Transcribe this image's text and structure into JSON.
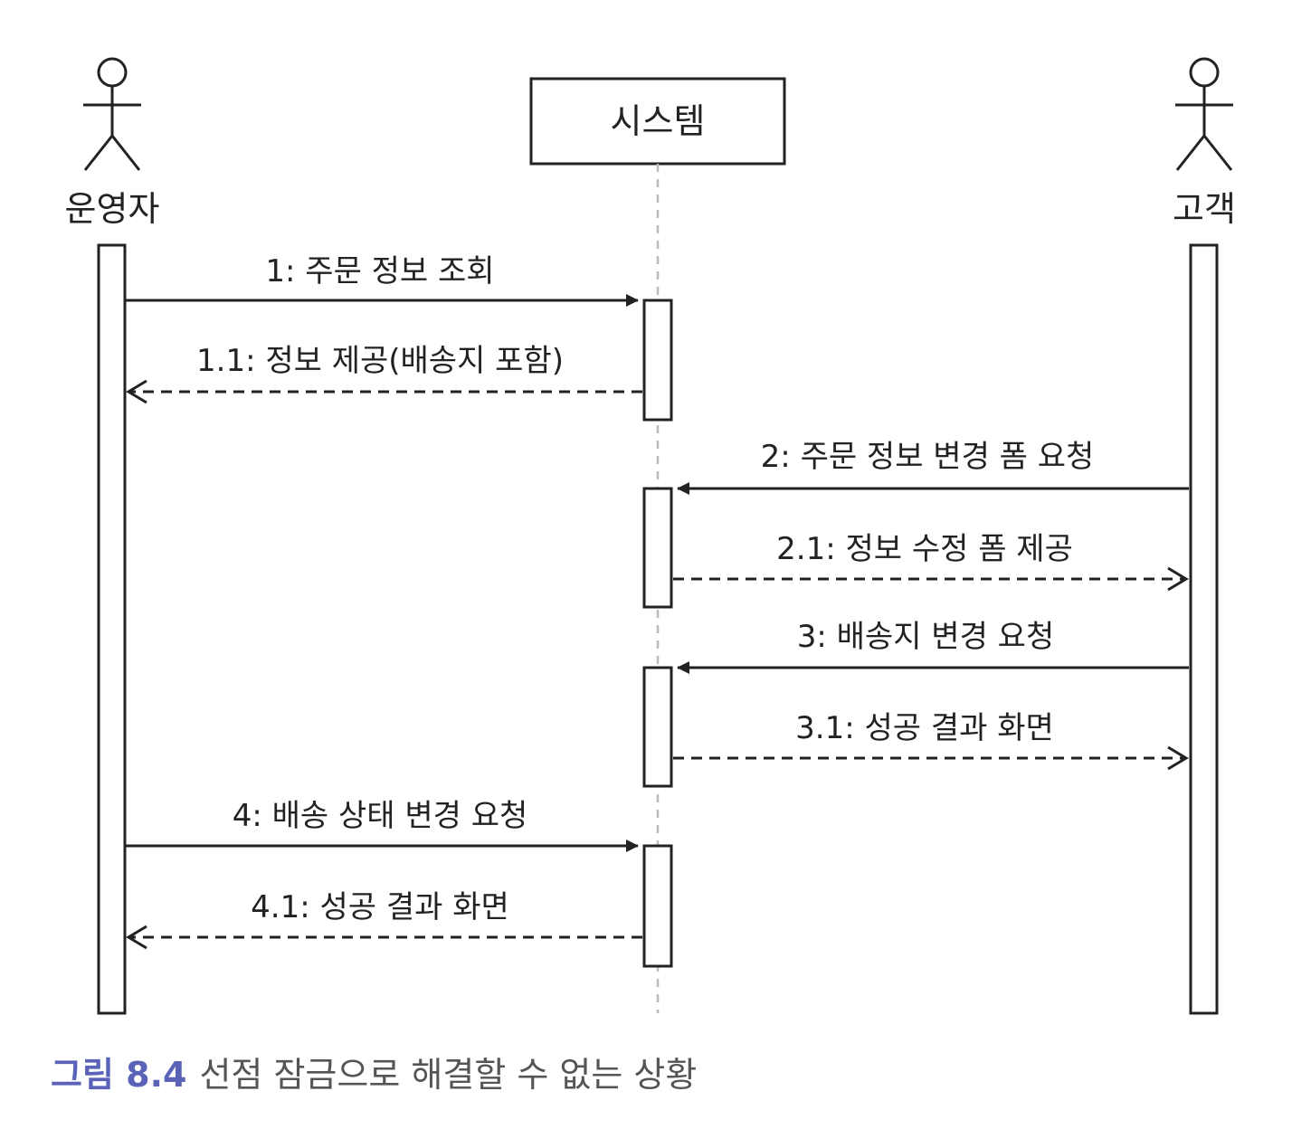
{
  "participants": [
    {
      "id": "operator",
      "kind": "actor",
      "label": "운영자"
    },
    {
      "id": "system",
      "kind": "object",
      "label": "시스템"
    },
    {
      "id": "customer",
      "kind": "actor",
      "label": "고객"
    }
  ],
  "messages": [
    {
      "id": "m1",
      "label": "1: 주문 정보 조회",
      "from": "operator",
      "to": "system",
      "type": "sync"
    },
    {
      "id": "m1_1",
      "label": "1.1: 정보 제공(배송지 포함)",
      "from": "system",
      "to": "operator",
      "type": "return"
    },
    {
      "id": "m2",
      "label": "2: 주문 정보 변경 폼 요청",
      "from": "customer",
      "to": "system",
      "type": "sync"
    },
    {
      "id": "m2_1",
      "label": "2.1: 정보 수정 폼 제공",
      "from": "system",
      "to": "customer",
      "type": "return"
    },
    {
      "id": "m3",
      "label": "3: 배송지 변경 요청",
      "from": "customer",
      "to": "system",
      "type": "sync"
    },
    {
      "id": "m3_1",
      "label": "3.1: 성공 결과 화면",
      "from": "system",
      "to": "customer",
      "type": "return"
    },
    {
      "id": "m4",
      "label": "4: 배송 상태 변경 요청",
      "from": "operator",
      "to": "system",
      "type": "sync"
    },
    {
      "id": "m4_1",
      "label": "4.1: 성공 결과 화면",
      "from": "system",
      "to": "operator",
      "type": "return"
    }
  ],
  "caption": {
    "number": "그림 8.4",
    "text": "선점 잠금으로 해결할 수 없는 상황"
  },
  "colors": {
    "line": "#222222",
    "lifeline": "#bbbbbb",
    "caption_number": "#5a63b8",
    "caption_text": "#555555"
  }
}
